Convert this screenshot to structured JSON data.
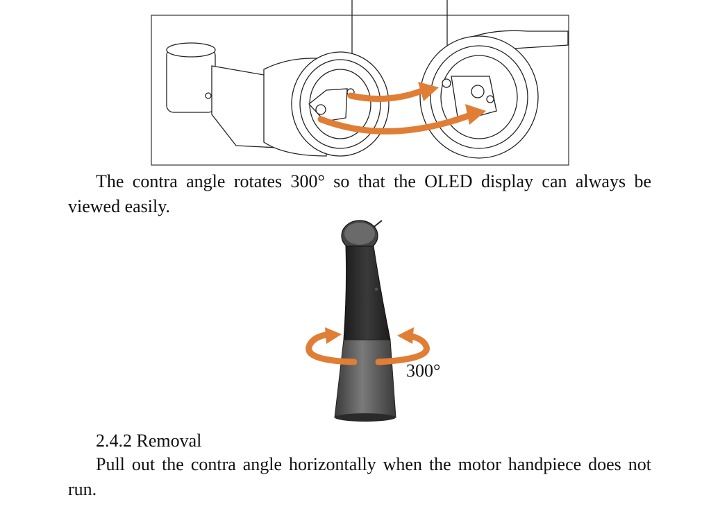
{
  "paragraphs": {
    "rotation_text": "The contra angle rotates 300° so that the OLED display can always be viewed easily.",
    "removal_heading": "2.4.2 Removal",
    "removal_text": "Pull out the contra angle horizontally when the motor handpiece does not run."
  },
  "figure2": {
    "rotation_label": "300°"
  },
  "colors": {
    "arrow": "#E07E36",
    "body_dark": "#2a2a2a",
    "body_mid": "#6a6a6a"
  }
}
